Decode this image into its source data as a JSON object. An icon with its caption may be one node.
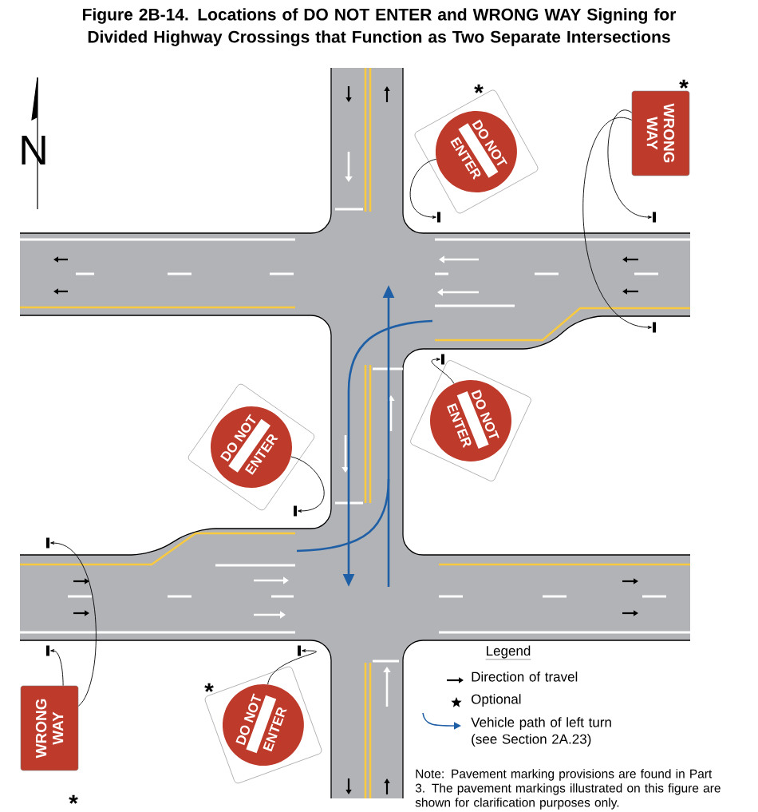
{
  "diagram": {
    "title": "Figure 2B-14.  Locations of DO NOT ENTER and WRONG WAY Signing for Divided Highway Crossings that Function as Two Separate Intersections",
    "nodes": [
      {
        "text": [
          "DO NOT",
          "ENTER"
        ],
        "beside": [
          "*"
        ]
      },
      {
        "text": [
          "WRONG WAY"
        ],
        "beside": [
          "*"
        ]
      },
      {
        "text": [],
        "shape": "bar"
      },
      {
        "text": [],
        "shape": "bar"
      },
      {
        "text": [],
        "shape": "bar"
      },
      {
        "text": [],
        "shape": "bar"
      },
      {
        "text": [
          "DO NOT",
          "ENTER"
        ]
      },
      {
        "text": [
          "DO NOT",
          "ENTER"
        ]
      },
      {
        "text": [],
        "shape": "bar"
      },
      {
        "text": [],
        "shape": "bar"
      },
      {
        "text": [],
        "shape": "bar"
      },
      {
        "text": [],
        "shape": "bar"
      },
      {
        "text": [
          "DO NOT",
          "ENTER"
        ],
        "beside": [
          "*"
        ]
      },
      {
        "text": [
          "WRONG WAY"
        ],
        "beside": [
          "*"
        ]
      }
    ],
    "edges": [
      {
        "from": 0,
        "to": 2,
        "arrow": "to"
      },
      {
        "from": 1,
        "to": 3,
        "arrow": "to"
      },
      {
        "from": 1,
        "to": 4,
        "arrow": "to"
      },
      {
        "from": 6,
        "to": 5,
        "arrow": "to"
      },
      {
        "from": 7,
        "to": 8,
        "arrow": "to"
      },
      {
        "from": 13,
        "to": 9,
        "arrow": "to"
      },
      {
        "from": 13,
        "to": 10,
        "arrow": "to"
      },
      {
        "from": 12,
        "to": 11,
        "arrow": "to"
      }
    ],
    "labels": [
      "N",
      "Legend",
      "Note:  Pavement marking provisions are found in Part 3. The pavement markings illustrated on this figure are shown for clarification purposes only."
    ],
    "legend": [
      {
        "text": "Direction of travel"
      },
      {
        "text": "Optional"
      },
      {
        "text": "Vehicle path of left turn (see Section 2A.23)"
      }
    ]
  }
}
